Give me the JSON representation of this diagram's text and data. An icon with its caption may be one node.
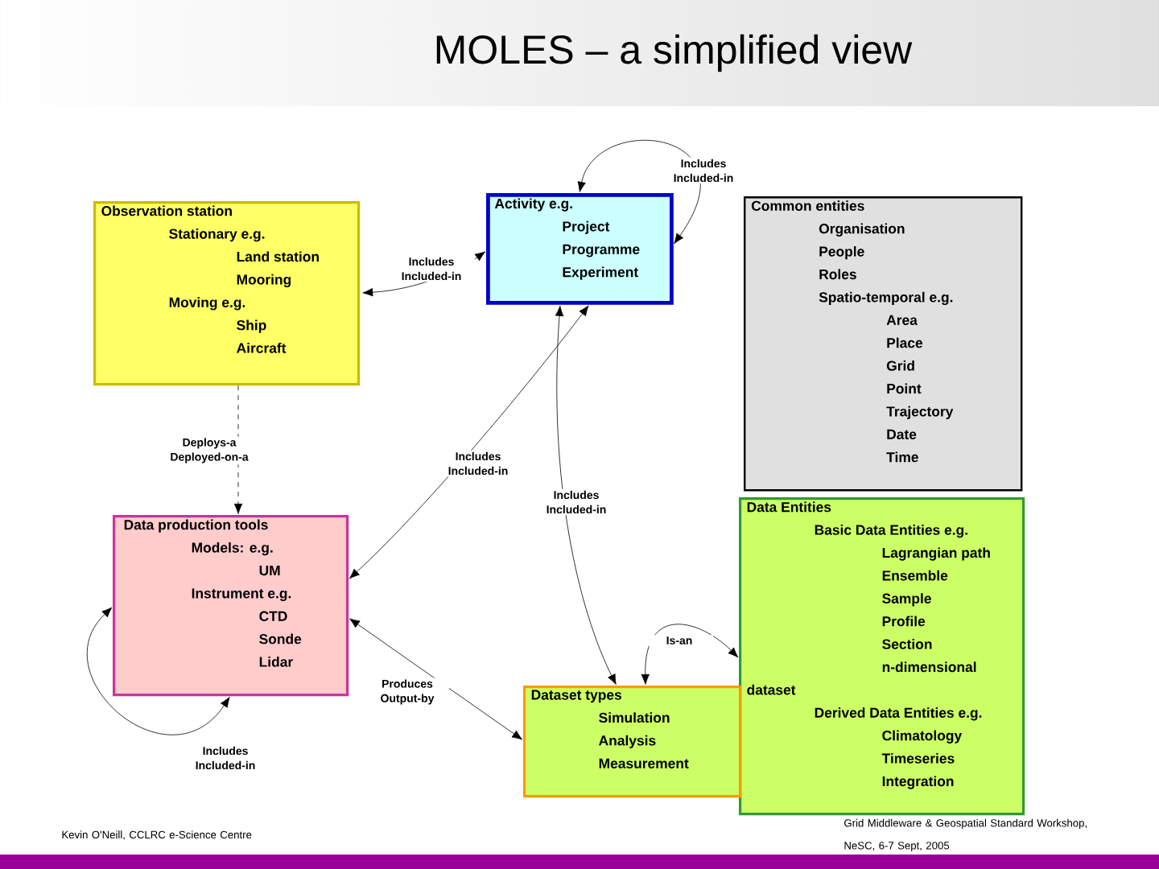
{
  "diagram": {
    "title": "MOLES – a simplified view",
    "nodes": [
      {
        "text": [
          "Observation station",
          "Stationary e.g.",
          "Land station",
          "Mooring",
          "Moving e.g.",
          "Ship",
          "Aircraft"
        ]
      },
      {
        "text": [
          "Activity e.g.",
          "Project",
          "Programme",
          "Experiment"
        ]
      },
      {
        "text": [
          "Common entities",
          "Organisation",
          "People",
          "Roles",
          "Spatio-temporal e.g.",
          "Area",
          "Place",
          "Grid",
          "Point",
          "Trajectory",
          "Date",
          "Time"
        ]
      },
      {
        "text": [
          "Data production tools",
          "Models: e.g.",
          "UM",
          "Instrument e.g.",
          "CTD",
          "Sonde",
          "Lidar"
        ]
      },
      {
        "text": [
          "Data Entities",
          "Basic Data Entities e.g.",
          "Lagrangian path",
          "Ensemble",
          "Sample",
          "Profile",
          "Section",
          "n-dimensional",
          "dataset",
          "Derived Data Entities e.g.",
          "Climatology",
          "Timeseries",
          "Integration"
        ]
      },
      {
        "text": [
          "Dataset types",
          "Simulation",
          "Analysis",
          "Measurement"
        ]
      }
    ],
    "edges": [
      {
        "from": 1,
        "to": 1,
        "arrow": "both",
        "label": "Includes Included-in"
      },
      {
        "from": 0,
        "to": 1,
        "arrow": "both",
        "label": "Includes Included-in"
      },
      {
        "from": 0,
        "to": 3,
        "arrow": "to",
        "style": "dashed",
        "label": "Deploys-a Deployed-on-a"
      },
      {
        "from": 1,
        "to": 3,
        "arrow": "both",
        "label": "Includes Included-in"
      },
      {
        "from": 1,
        "to": 5,
        "arrow": "both",
        "label": "Includes Included-in"
      },
      {
        "from": 3,
        "to": 3,
        "arrow": "both",
        "label": "Includes Included-in"
      },
      {
        "from": 3,
        "to": 5,
        "arrow": "both",
        "label": "Produces Output-by"
      },
      {
        "from": 5,
        "to": 4,
        "arrow": "both",
        "label": "Is-an"
      }
    ],
    "labels": [
      "Kevin O'Neill, CCLRC e-Science Centre",
      "Grid Middleware & Geospatial Standard Workshop, NeSC, 6-7 Sept, 2005"
    ]
  }
}
